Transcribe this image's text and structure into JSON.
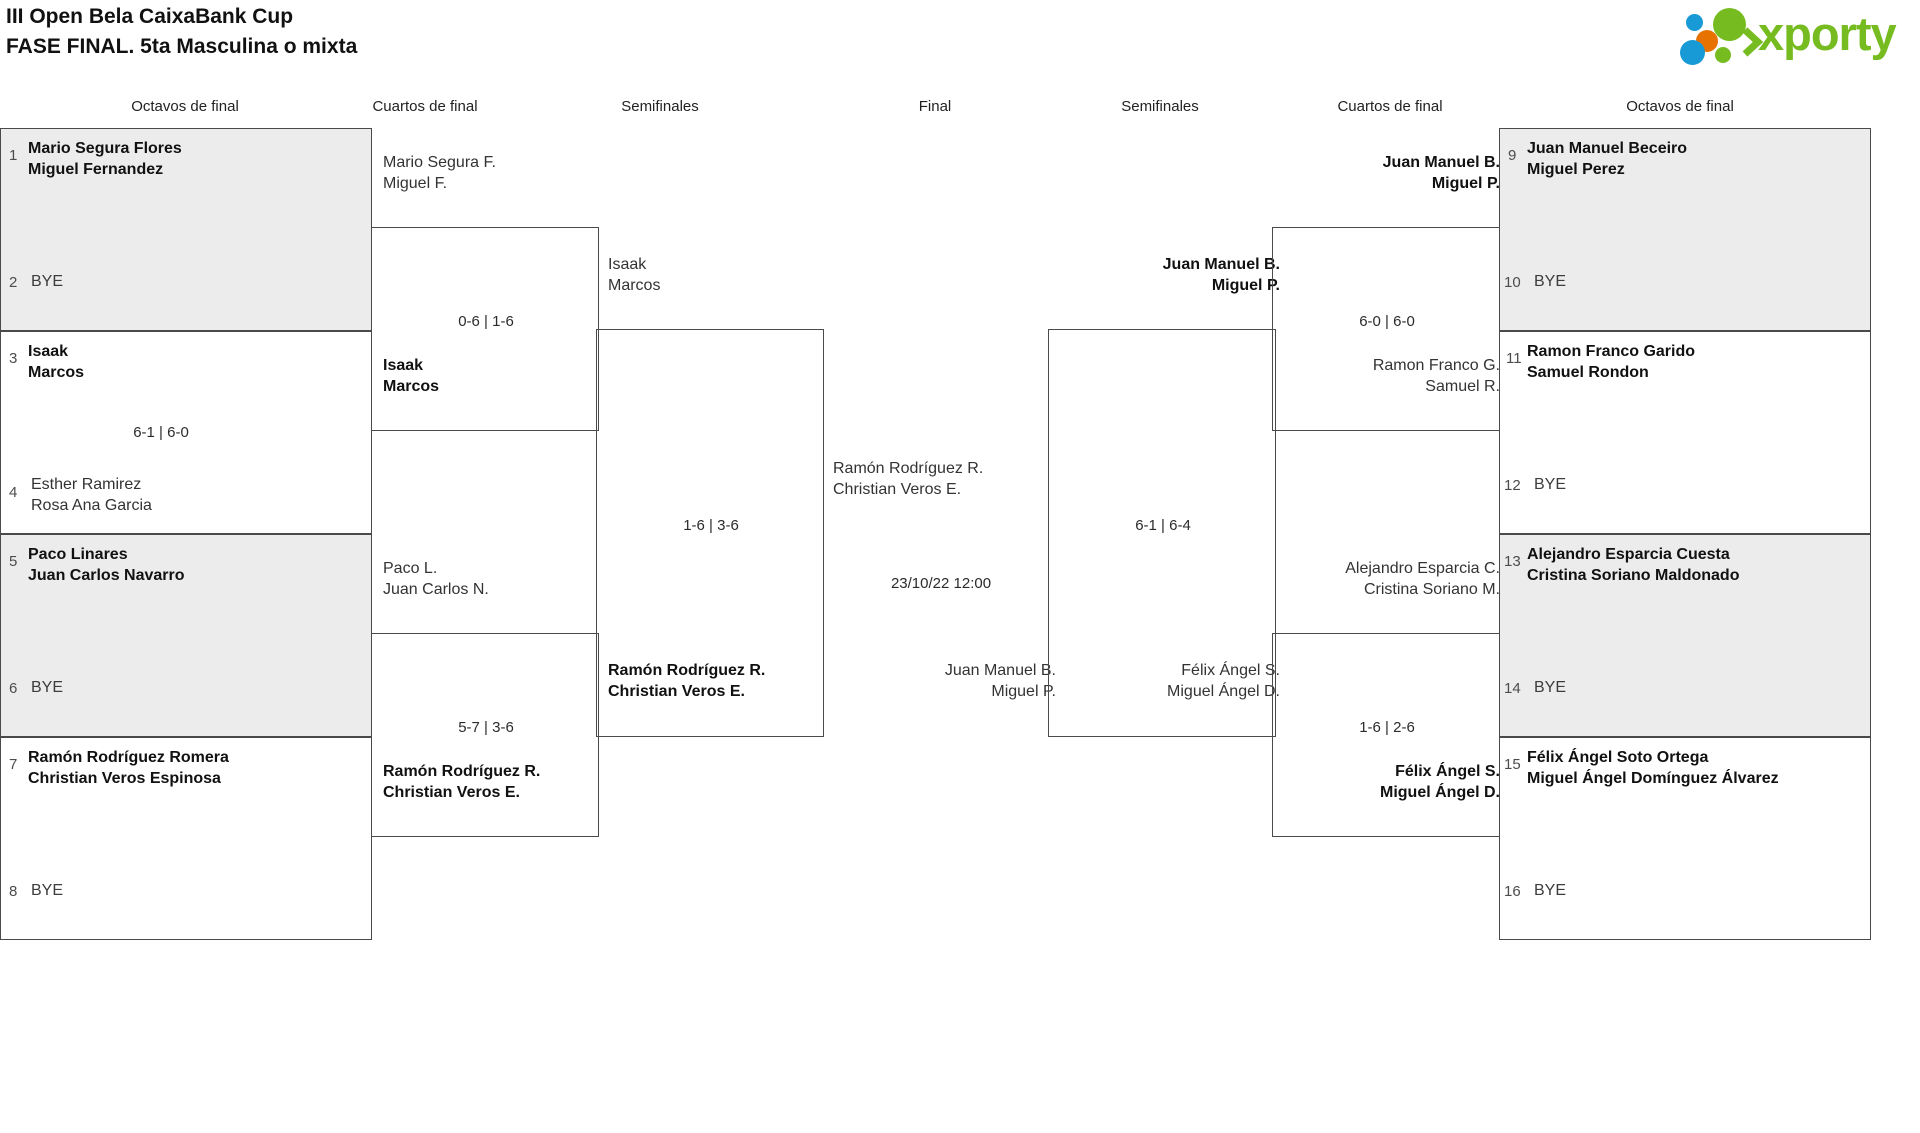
{
  "header": {
    "title_line1": "III Open Bela CaixaBank Cup",
    "title_line2": "FASE FINAL. 5ta Masculina o mixta",
    "logo_text": "xporty",
    "logo_colors": {
      "green": "#76bc21",
      "blue": "#189ad6",
      "orange": "#e87200"
    }
  },
  "round_headers": {
    "left_r16": "Octavos de final",
    "left_qf": "Cuartos de final",
    "left_sf": "Semifinales",
    "final": "Final",
    "right_sf": "Semifinales",
    "right_qf": "Cuartos de final",
    "right_r16": "Octavos de final"
  },
  "bye_label": "BYE",
  "left_round16": [
    {
      "seed_top": "1",
      "top_p1": "Mario Segura Flores",
      "top_p2": "Miguel Fernandez",
      "top_winner": true,
      "seed_bottom": "2",
      "bottom_p1": "BYE",
      "bottom_p2": "",
      "bottom_winner": false,
      "score": "",
      "shaded": true
    },
    {
      "seed_top": "3",
      "top_p1": "Isaak",
      "top_p2": "Marcos",
      "top_winner": true,
      "seed_bottom": "4",
      "bottom_p1": "Esther Ramirez",
      "bottom_p2": "Rosa Ana Garcia",
      "bottom_winner": false,
      "score": "6-1 | 6-0",
      "shaded": false
    },
    {
      "seed_top": "5",
      "top_p1": "Paco Linares",
      "top_p2": "Juan Carlos Navarro",
      "top_winner": true,
      "seed_bottom": "6",
      "bottom_p1": "BYE",
      "bottom_p2": "",
      "bottom_winner": false,
      "score": "",
      "shaded": true
    },
    {
      "seed_top": "7",
      "top_p1": "Ramón Rodríguez Romera",
      "top_p2": "Christian Veros Espinosa",
      "top_winner": true,
      "seed_bottom": "8",
      "bottom_p1": "BYE",
      "bottom_p2": "",
      "bottom_winner": false,
      "score": "",
      "shaded": false
    }
  ],
  "right_round16": [
    {
      "seed_top": "9",
      "top_p1": "Juan Manuel Beceiro",
      "top_p2": "Miguel Perez",
      "top_winner": true,
      "seed_bottom": "10",
      "bottom_p1": "BYE",
      "bottom_p2": "",
      "bottom_winner": false,
      "score": "",
      "shaded": true
    },
    {
      "seed_top": "11",
      "top_p1": "Ramon Franco Garido",
      "top_p2": "Samuel Rondon",
      "top_winner": true,
      "seed_bottom": "12",
      "bottom_p1": "BYE",
      "bottom_p2": "",
      "bottom_winner": false,
      "score": "",
      "shaded": false
    },
    {
      "seed_top": "13",
      "top_p1": "Alejandro Esparcia Cuesta",
      "top_p2": "Cristina Soriano Maldonado",
      "top_winner": true,
      "seed_bottom": "14",
      "bottom_p1": "BYE",
      "bottom_p2": "",
      "bottom_winner": false,
      "score": "",
      "shaded": true
    },
    {
      "seed_top": "15",
      "top_p1": "Félix Ángel Soto Ortega",
      "top_p2": "Miguel Ángel Domínguez Álvarez",
      "top_winner": true,
      "seed_bottom": "16",
      "bottom_p1": "BYE",
      "bottom_p2": "",
      "bottom_winner": false,
      "score": "",
      "shaded": false
    }
  ],
  "left_quarters": [
    {
      "top_p1": "Mario Segura F.",
      "top_p2": "Miguel F.",
      "top_winner": false,
      "bottom_p1": "Isaak",
      "bottom_p2": "Marcos",
      "bottom_winner": true,
      "score": "0-6 | 1-6"
    },
    {
      "top_p1": "Paco L.",
      "top_p2": "Juan Carlos N.",
      "top_winner": false,
      "bottom_p1": "Ramón Rodríguez R.",
      "bottom_p2": "Christian Veros E.",
      "bottom_winner": true,
      "score": "5-7 | 3-6"
    }
  ],
  "right_quarters": [
    {
      "top_p1": "Juan Manuel B.",
      "top_p2": "Miguel P.",
      "top_winner": true,
      "bottom_p1": "Ramon Franco G.",
      "bottom_p2": "Samuel R.",
      "bottom_winner": false,
      "score": "6-0 | 6-0"
    },
    {
      "top_p1": "Alejandro Esparcia C.",
      "top_p2": "Cristina Soriano M.",
      "top_winner": false,
      "bottom_p1": "Félix Ángel S.",
      "bottom_p2": "Miguel Ángel D.",
      "bottom_winner": true,
      "score": "1-6 | 2-6"
    }
  ],
  "left_semifinal": {
    "top_p1": "Isaak",
    "top_p2": "Marcos",
    "top_winner": false,
    "bottom_p1": "Ramón Rodríguez R.",
    "bottom_p2": "Christian Veros E.",
    "bottom_winner": true,
    "score": "1-6 | 3-6"
  },
  "right_semifinal": {
    "top_p1": "Juan Manuel B.",
    "top_p2": "Miguel P.",
    "top_winner": true,
    "bottom_p1": "Félix Ángel S.",
    "bottom_p2": "Miguel Ángel D.",
    "bottom_winner": false,
    "score": "6-1 | 6-4"
  },
  "final": {
    "left_p1": "Ramón Rodríguez R.",
    "left_p2": "Christian Veros E.",
    "left_winner": false,
    "right_p1": "Juan Manuel B.",
    "right_p2": "Miguel P.",
    "right_winner": false,
    "datetime": "23/10/22 12:00"
  }
}
